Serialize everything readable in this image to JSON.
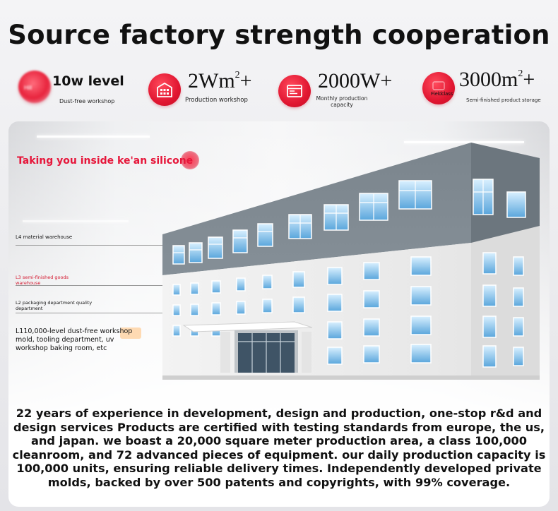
{
  "title": "Source factory strength cooperation",
  "stats": [
    {
      "value": "10w level",
      "caption": "Dust-free workshop",
      "icon": "badge-icon",
      "icon_text": "Hill"
    },
    {
      "value": "2Wm",
      "sup": "2",
      "suffix": "+",
      "caption": "Production workshop",
      "icon": "factory-building-icon"
    },
    {
      "value": "2000W+",
      "caption": "Monthly production capacity",
      "icon": "monitor-window-icon"
    },
    {
      "value": "3000m",
      "sup": "2",
      "suffix": "+",
      "caption": "Semi-finished product storage",
      "icon": "storage-icon",
      "icon_text": "Fieldclass"
    }
  ],
  "section": {
    "subtitle": "Taking you inside ke'an silicone",
    "floors": [
      {
        "id": "l4",
        "text": "L4 material warehouse"
      },
      {
        "id": "l3",
        "text": "L3 semi-finished goods warehouse"
      },
      {
        "id": "l2",
        "text": "L2 packaging department quality department"
      },
      {
        "id": "l1",
        "text": "L110,000-level dust-free workshop mold, tooling department, uv workshop baking room, etc"
      }
    ]
  },
  "description": "22 years of experience in development, design and production, one-stop r&d and design services Products are certified with testing standards from europe, the us, and japan. we boast a 20,000 square meter production area, a class 100,000 cleanroom, and 72 advanced pieces of equipment. our daily production capacity is 100,000 units, ensuring reliable delivery times. Independently developed private molds, backed by over 500 patents and copyrights, with 99% coverage.",
  "colors": {
    "accent": "#e11631",
    "label_red": "#d4182f",
    "roof": "#7f8a92",
    "wall": "#f2f2f2"
  }
}
